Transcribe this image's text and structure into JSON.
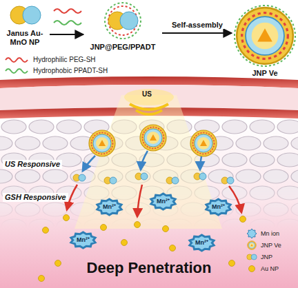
{
  "diagram": {
    "nodes": [
      {
        "text": [
          "Janus Au-MnO NP"
        ]
      },
      {
        "text": [
          "JNP@PEG/PPADT"
        ]
      },
      {
        "text": [
          "JNP Ve"
        ]
      },
      {
        "text": [
          "Mn²⁺"
        ]
      },
      {
        "text": [
          "Mn²⁺"
        ]
      },
      {
        "text": [
          "Mn²⁺"
        ]
      },
      {
        "text": [
          "Mn²⁺"
        ]
      },
      {
        "text": [
          "Mn²⁺"
        ]
      }
    ],
    "edges": [
      {
        "from": 0,
        "to": 1,
        "arrow": "to"
      },
      {
        "from": 1,
        "to": 2,
        "label": "Self-assembly",
        "arrow": "to"
      }
    ],
    "labels": [
      "US",
      "US Responsive",
      "GSH Responsive",
      "Deep Penetration"
    ],
    "legend": [
      {
        "text": "Hydrophilic PEG-SH"
      },
      {
        "text": "Hydrophobic PPADT-SH"
      },
      {
        "text": "Mn ion"
      },
      {
        "text": "JNP Ve"
      },
      {
        "text": "JNP"
      },
      {
        "text": "Au NP"
      }
    ]
  }
}
